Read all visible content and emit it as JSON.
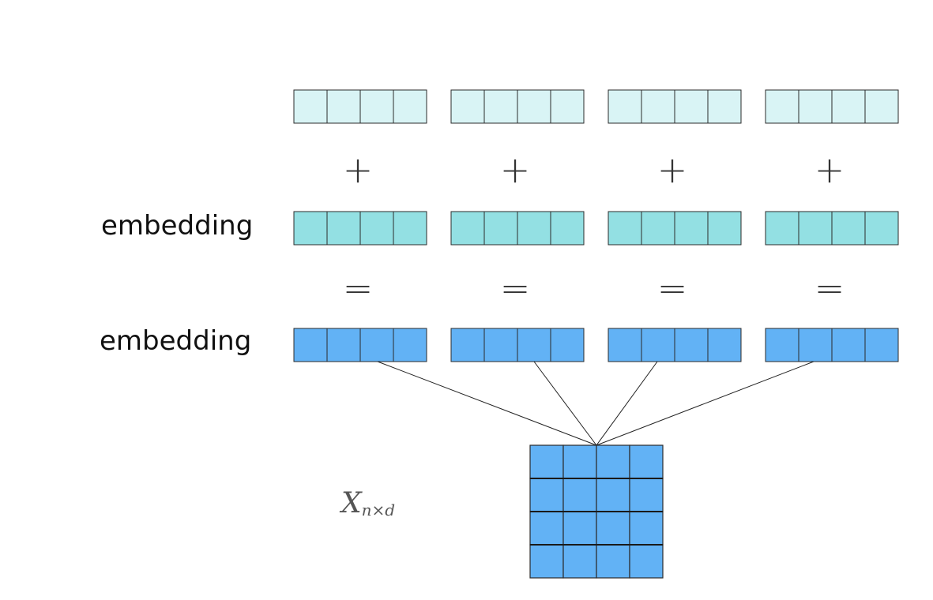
{
  "rows": [
    {
      "label": "",
      "color": "#d9f4f5"
    },
    {
      "label": "embedding",
      "color": "#93e0e3"
    },
    {
      "label": "embedding",
      "color": "#62b2f5"
    }
  ],
  "operators": [
    "+",
    "="
  ],
  "token_count": 4,
  "vector_dim": 4,
  "matrix": {
    "rows": 4,
    "cols": 4,
    "color": "#62b2f5",
    "label_main": "X",
    "label_sub": "n×d"
  },
  "colors": {
    "border": "#2b2b2b",
    "connector": "#222222"
  }
}
